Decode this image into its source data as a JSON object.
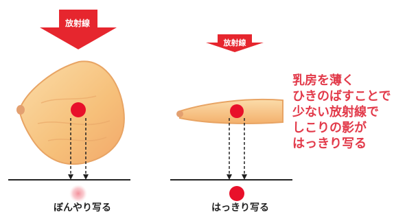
{
  "left_panel": {
    "arrow_label": "放射線",
    "caption": "ぼんやり写る"
  },
  "right_panel": {
    "arrow_label": "放射線",
    "caption": "はっきり写る"
  },
  "explanation_lines": [
    "乳房を薄く",
    "ひきのばすことで",
    "少ない放射線で",
    "しこりの影が",
    "はっきり写る"
  ],
  "colors": {
    "arrow": "#e6262e",
    "tumor": "#e8102a",
    "breast_fill": "#f7c784",
    "breast_edge": "#e8a464",
    "explanation_text": "#e23a4a",
    "line": "#222222"
  }
}
